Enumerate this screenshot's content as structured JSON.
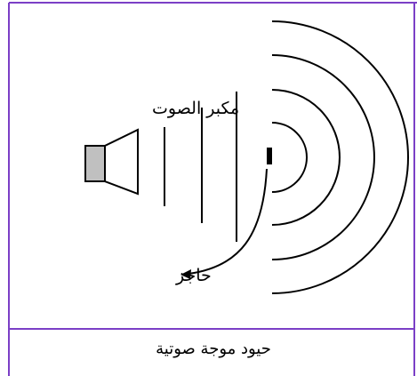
{
  "labels": {
    "speaker": "مكبر الصوت",
    "barrier": "حاجز"
  },
  "caption": "حيود موجة صوتية",
  "colors": {
    "frame": "#7b3fc6",
    "line": "#000000",
    "speaker_fill": "#c0c0c0",
    "background": "#ffffff"
  }
}
